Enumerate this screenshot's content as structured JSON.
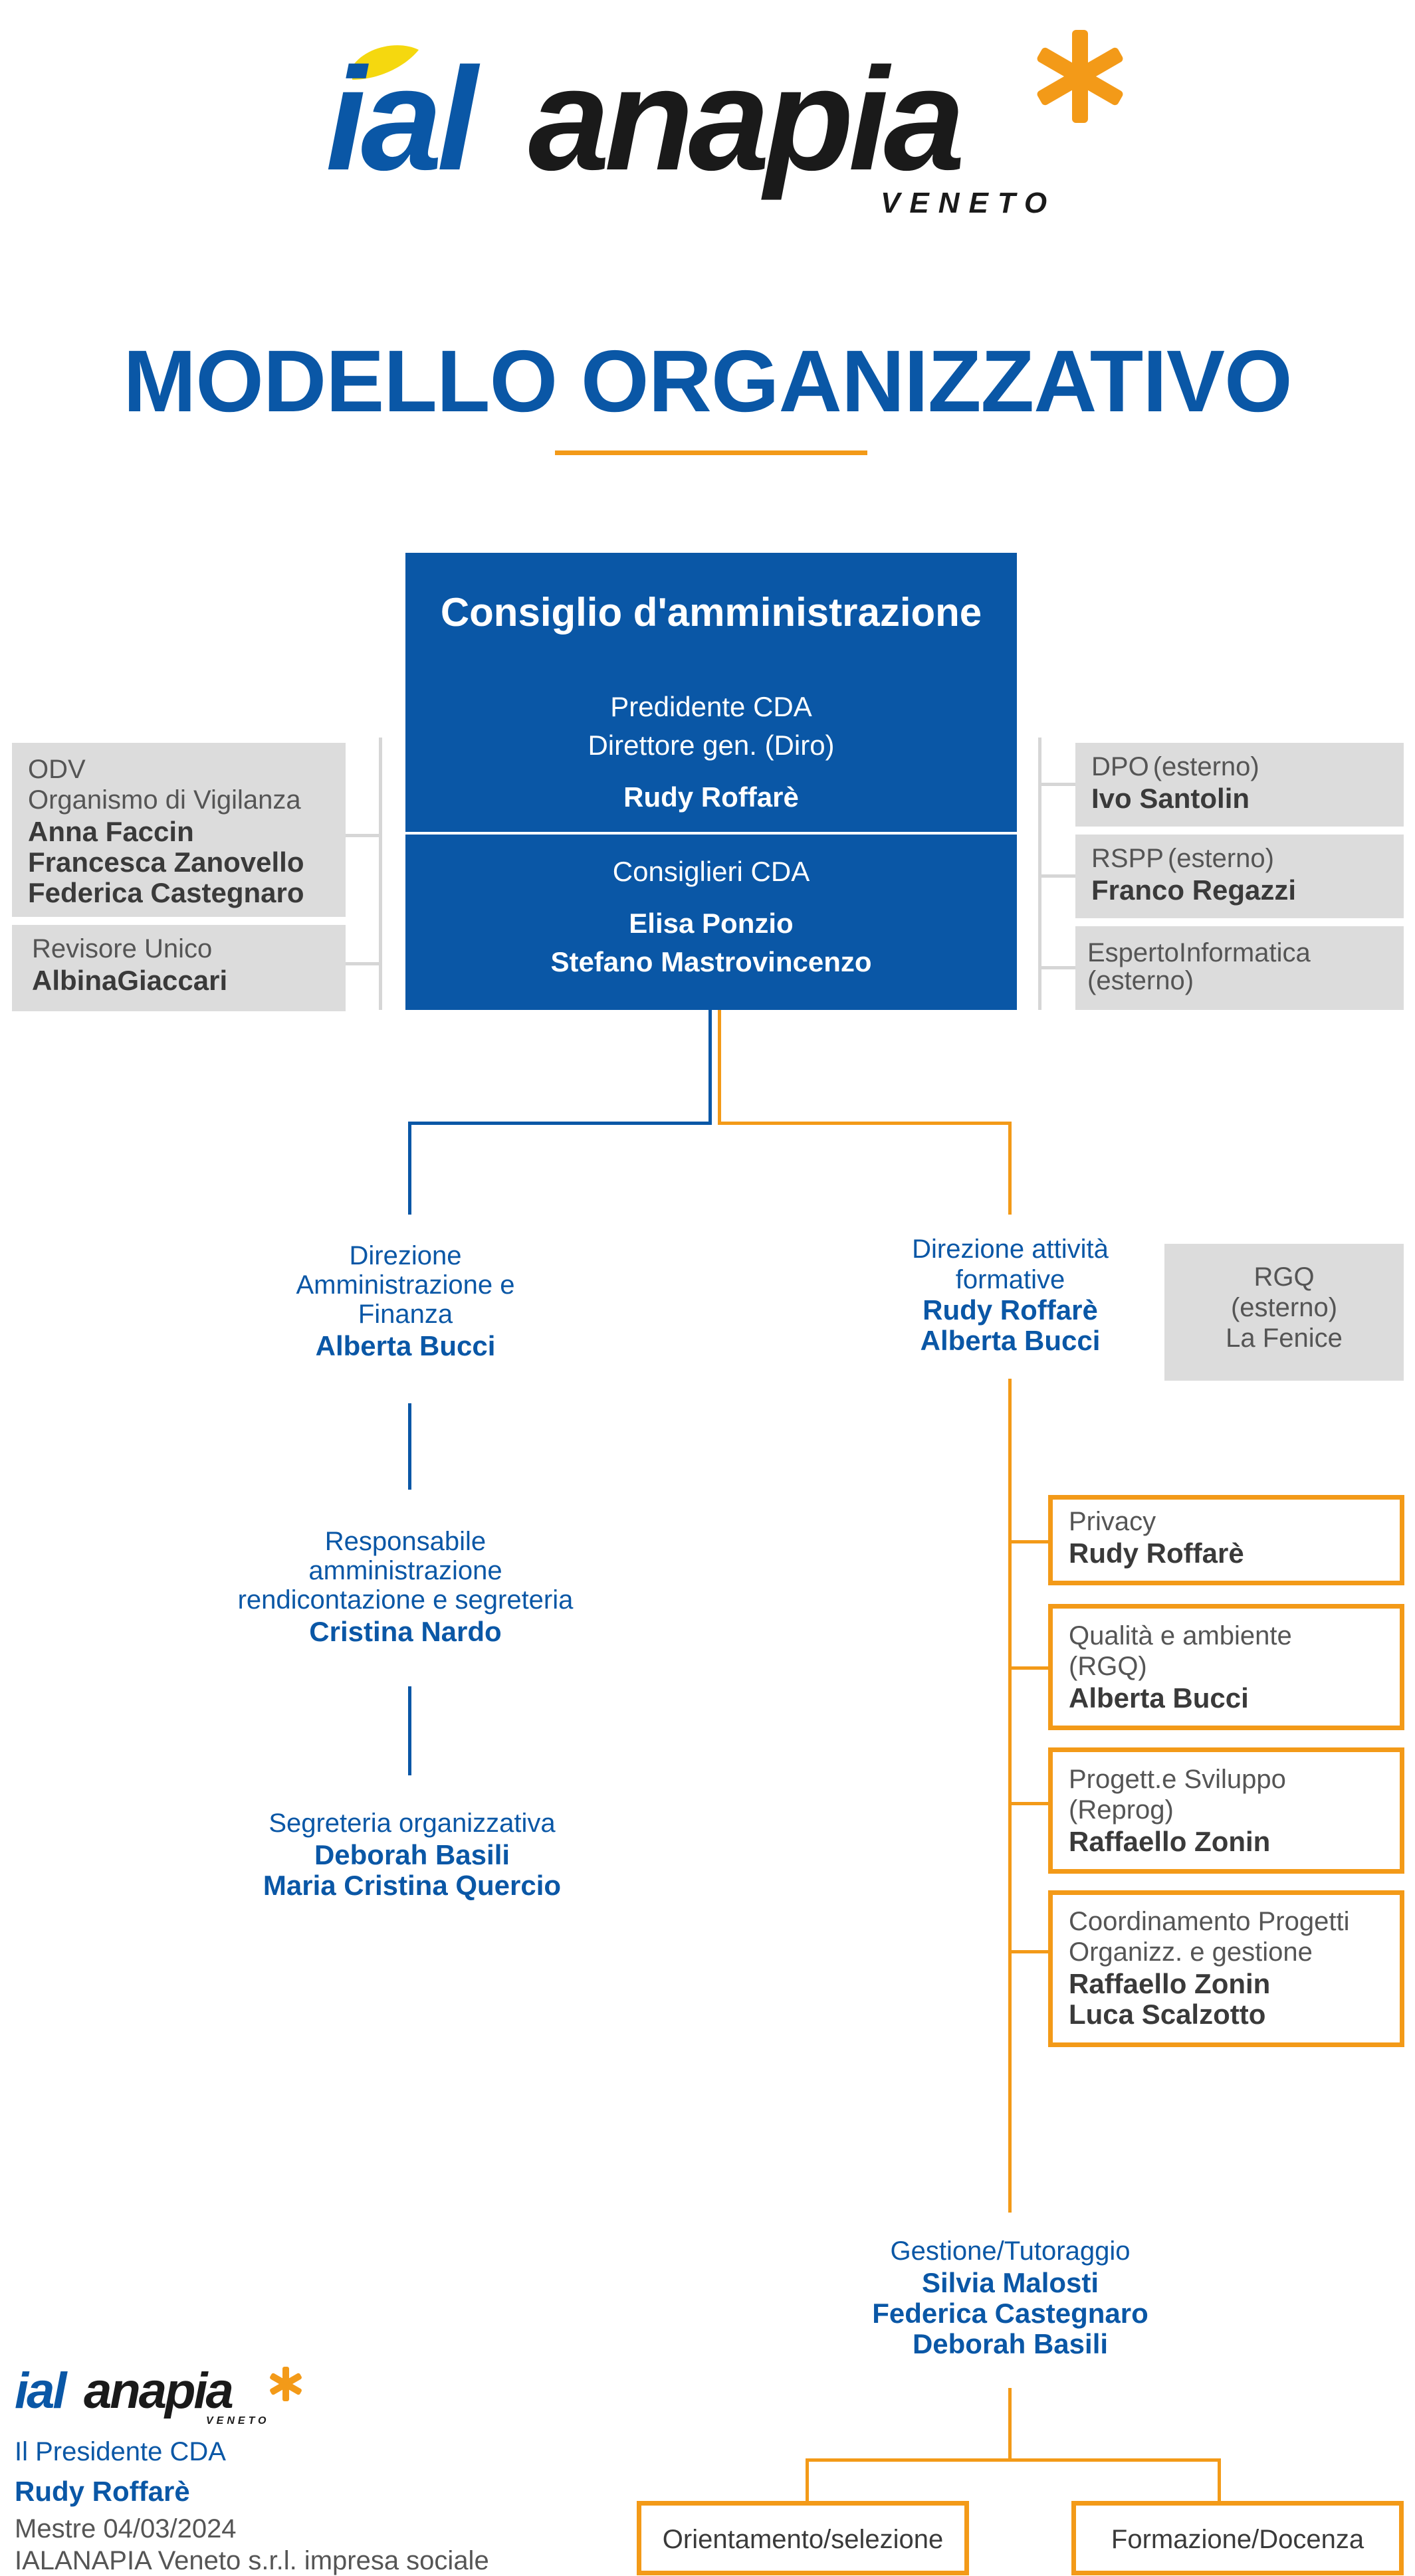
{
  "logo": {
    "brand": "ialanapia",
    "region": "VENETO",
    "colors": {
      "blue": "#0a57a6",
      "yellow": "#f5d80f",
      "orange": "#f39a18",
      "black": "#1a1a1a"
    }
  },
  "title": "MODELLO ORGANIZZATIVO",
  "cda": {
    "heading": "Consiglio d'amministrazione",
    "role1": "Predidente CDA",
    "role2": "Direttore gen. (Diro)",
    "president": "Rudy Roffarè",
    "councillors_label": "Consiglieri CDA",
    "councillor1": "Elisa Ponzio",
    "councillor2": "Stefano Mastrovincenzo"
  },
  "left_boxes": {
    "odv": {
      "line1": "ODV",
      "line2": "Organismo di Vigilanza",
      "member1": "Anna Faccin",
      "member2": "Francesca Zanovello",
      "member3": "Federica Castegnaro"
    },
    "revisore": {
      "label": "Revisore Unico",
      "name": "AlbinaGiaccari"
    }
  },
  "right_boxes": {
    "dpo": {
      "label": "DPO",
      "note": "(esterno)",
      "name": "Ivo Santolin"
    },
    "rspp": {
      "label": "RSPP",
      "note": "(esterno)",
      "name": "Franco Regazzi"
    },
    "it": {
      "line1": "EspertoInformatica",
      "line2": "(esterno)"
    }
  },
  "admin_branch": {
    "dir_line1": "Direzione",
    "dir_line2": "Amministrazione e",
    "dir_line3": "Finanza",
    "dir_name": "Alberta Bucci",
    "resp_line1": "Responsabile",
    "resp_line2": "amministrazione",
    "resp_line3": "rendicontazione e segreteria",
    "resp_name": "Cristina Nardo",
    "seg_line1": "Segreteria organizzativa",
    "seg_name1": "Deborah Basili",
    "seg_name2": "Maria Cristina Quercio"
  },
  "training_branch": {
    "dir_line1": "Direzione attività",
    "dir_line2": "formative",
    "dir_name1": "Rudy Roffarè",
    "dir_name2": "Alberta Bucci",
    "rgq": {
      "line1": "RGQ",
      "line2": "(esterno)",
      "line3": "La Fenice"
    },
    "privacy": {
      "label": "Privacy",
      "name": "Rudy Roffarè"
    },
    "quality": {
      "line1": "Qualità e ambiente",
      "line2": "(RGQ)",
      "name": "Alberta Bucci"
    },
    "design": {
      "line1": "Progett.e Sviluppo",
      "line2": "(Reprog)",
      "name": "Raffaello Zonin"
    },
    "coord": {
      "line1": "Coordinamento Progetti",
      "line2": "Organizz. e gestione",
      "name1": "Raffaello Zonin",
      "name2": "Luca Scalzotto"
    },
    "tutor": {
      "line1": "Gestione/Tutoraggio",
      "name1": "Silvia Malosti",
      "name2": "Federica Castegnaro",
      "name3": "Deborah Basili"
    },
    "orient": "Orientamento/selezione",
    "formation": "Formazione/Docenza"
  },
  "footer": {
    "brand": "ialanapia",
    "region": "VENETO",
    "role": "Il Presidente CDA",
    "name": "Rudy Roffarè",
    "date": "Mestre 04/03/2024",
    "company": "IALANAPIA Veneto s.r.l. impresa sociale"
  }
}
